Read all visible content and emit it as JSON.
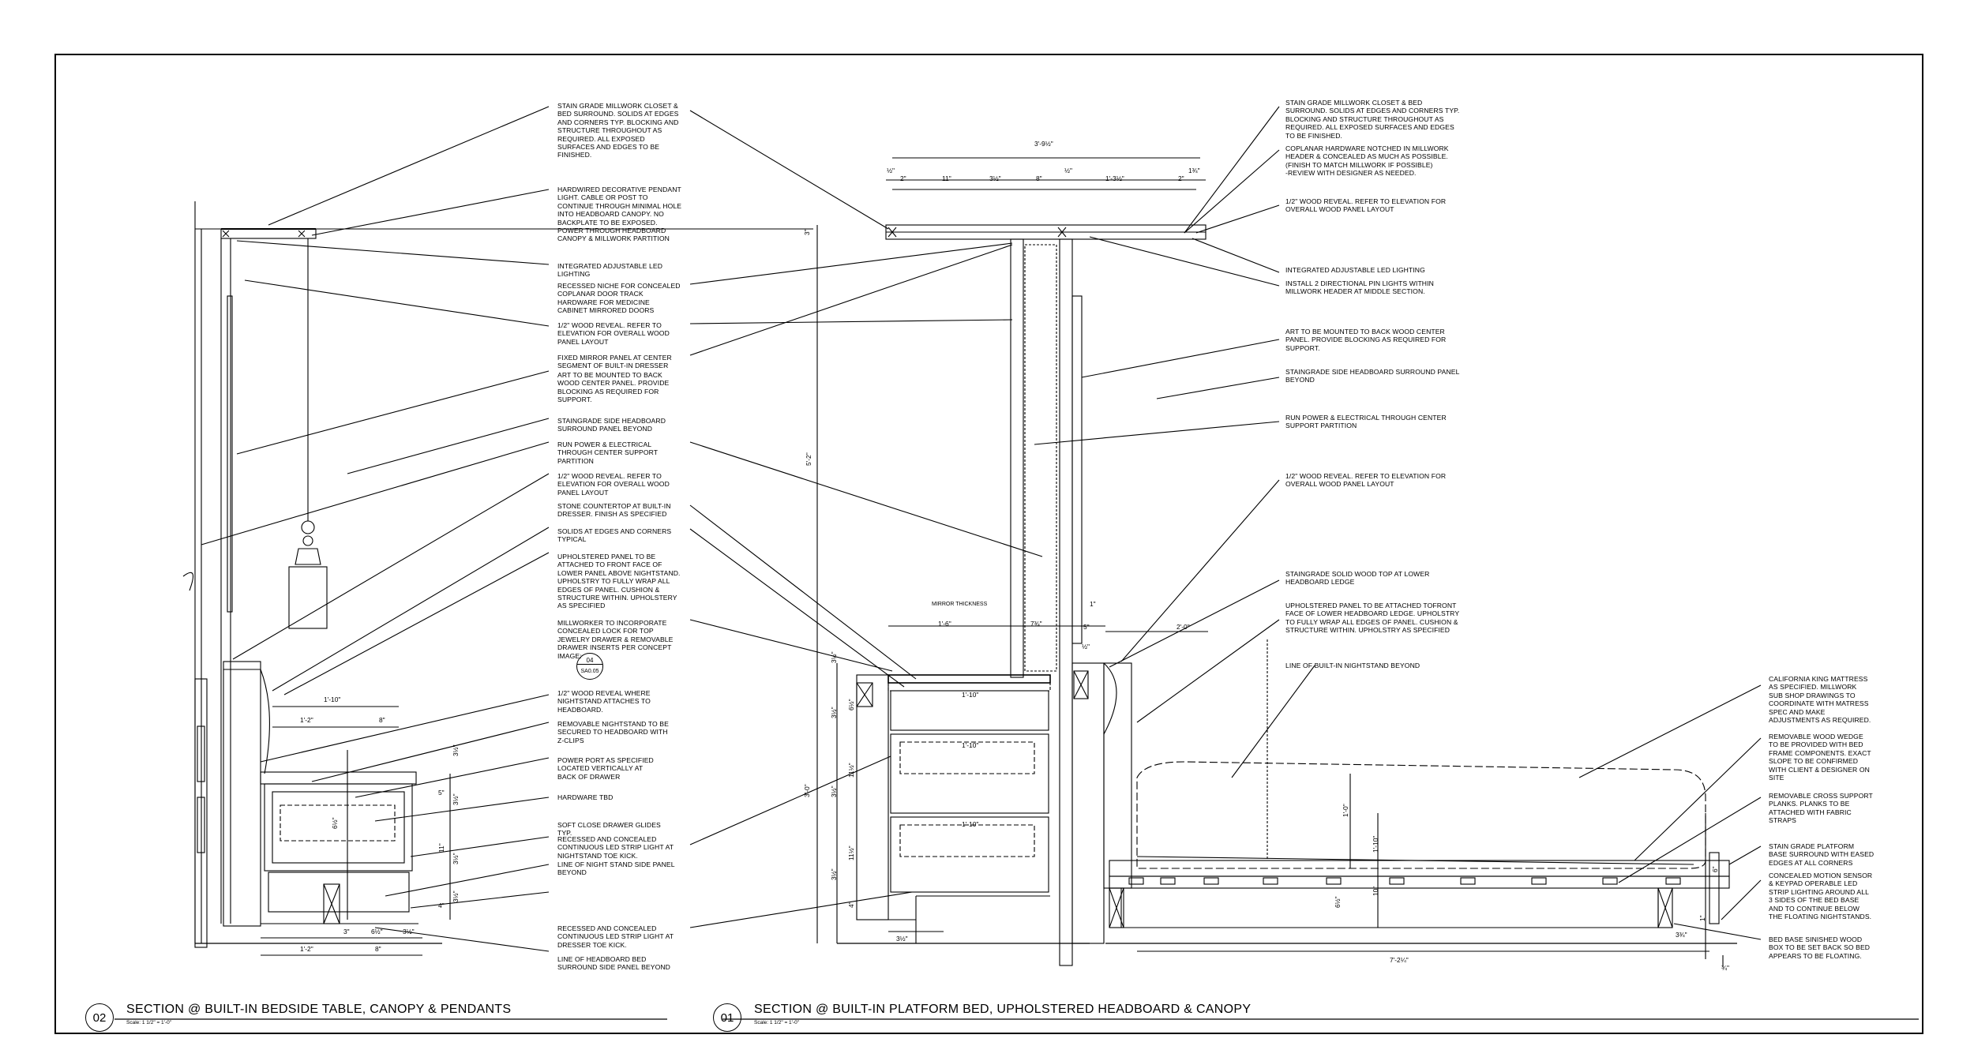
{
  "left_notes": [
    "STAIN GRADE MILLWORK CLOSET &\nBED SURROUND.  SOLIDS AT EDGES\nAND CORNERS TYP.  BLOCKING AND\nSTRUCTURE THROUGHOUT AS\nREQUIRED.  ALL EXPOSED\nSURFACES AND EDGES TO BE\nFINISHED.",
    "HARDWIRED DECORATIVE PENDANT\nLIGHT.  CABLE OR POST TO\nCONTINUE THROUGH MINIMAL HOLE\nINTO HEADBOARD CANOPY.  NO\nBACKPLATE TO BE EXPOSED.\nPOWER THROUGH HEADBOARD\nCANOPY & MILLWORK PARTITION",
    "INTEGRATED ADJUSTABLE LED\nLIGHTING",
    "RECESSED NICHE FOR CONCEALED\nCOPLANAR DOOR TRACK\nHARDWARE FOR MEDICINE\nCABINET MIRRORED DOORS",
    "1/2\" WOOD REVEAL.  REFER TO\nELEVATION FOR OVERALL WOOD\nPANEL LAYOUT",
    "FIXED MIRROR PANEL AT CENTER\nSEGMENT OF BUILT-IN DRESSER",
    "ART TO BE MOUNTED TO BACK\nWOOD CENTER PANEL.  PROVIDE\nBLOCKING AS REQUIRED FOR\nSUPPORT.",
    "STAINGRADE SIDE HEADBOARD\nSURROUND PANEL BEYOND",
    "RUN POWER & ELECTRICAL\nTHROUGH CENTER SUPPORT\nPARTITION",
    "1/2\" WOOD REVEAL.  REFER TO\nELEVATION FOR OVERALL WOOD\nPANEL LAYOUT",
    "STONE COUNTERTOP AT BUILT-IN\nDRESSER.  FINISH AS SPECIFIED",
    "SOLIDS AT EDGES AND CORNERS\nTYPICAL",
    "UPHOLSTERED PANEL TO BE\nATTACHED TO FRONT FACE OF\nLOWER PANEL ABOVE NIGHTSTAND.\nUPHOLSTRY TO FULLY WRAP ALL\nEDGES OF PANEL.  CUSHION &\nSTRUCTURE WITHIN.  UPHOLSTERY\nAS SPECIFIED",
    "MILLWORKER TO INCORPORATE\nCONCEALED LOCK FOR TOP\nJEWELRY DRAWER & REMOVABLE\nDRAWER INSERTS PER CONCEPT\nIMAGE:",
    "1/2\" WOOD REVEAL WHERE\nNIGHTSTAND ATTACHES TO\nHEADBOARD.",
    "REMOVABLE NIGHTSTAND TO BE\nSECURED TO HEADBOARD WITH\nZ-CLIPS",
    "POWER PORT AS SPECIFIED\nLOCATED VERTICALLY AT\nBACK OF DRAWER",
    "HARDWARE TBD",
    "SOFT CLOSE DRAWER GLIDES\nTYP.",
    "RECESSED AND CONCEALED\nCONTINUOUS LED STRIP LIGHT AT\nNIGHTSTAND TOE KICK.",
    "LINE OF NIGHT STAND SIDE PANEL\nBEYOND",
    "RECESSED AND CONCEALED\nCONTINUOUS LED STRIP LIGHT AT\nDRESSER TOE KICK.",
    "LINE OF HEADBOARD BED\nSURROUND SIDE PANEL BEYOND"
  ],
  "right_notes": [
    "STAIN GRADE MILLWORK CLOSET & BED\nSURROUND.  SOLIDS AT EDGES AND CORNERS TYP.\nBLOCKING AND STRUCTURE THROUGHOUT AS\nREQUIRED.  ALL EXPOSED SURFACES AND EDGES\nTO BE FINISHED.",
    "COPLANAR HARDWARE NOTCHED IN MILLWORK\nHEADER & CONCEALED AS MUCH AS POSSIBLE.\n(FINISH TO MATCH MILLWORK IF POSSIBLE)\n-REVIEW WITH DESIGNER AS NEEDED.",
    "1/2\" WOOD REVEAL.  REFER TO ELEVATION FOR\nOVERALL WOOD PANEL LAYOUT",
    "INTEGRATED ADJUSTABLE LED LIGHTING",
    "INSTALL 2 DIRECTIONAL PIN LIGHTS WITHIN\nMILLWORK HEADER AT MIDDLE SECTION.",
    "ART TO BE MOUNTED TO BACK WOOD CENTER\nPANEL.  PROVIDE BLOCKING AS REQUIRED FOR\nSUPPORT.",
    "STAINGRADE SIDE HEADBOARD SURROUND PANEL\nBEYOND",
    "RUN POWER & ELECTRICAL THROUGH CENTER\nSUPPORT PARTITION",
    "1/2\" WOOD REVEAL.  REFER TO ELEVATION FOR\nOVERALL WOOD PANEL LAYOUT",
    "STAINGRADE SOLID WOOD TOP AT LOWER\nHEADBOARD LEDGE",
    "UPHOLSTERED PANEL TO BE ATTACHED TOFRONT\nFACE OF LOWER HEADBOARD LEDGE.  UPHOLSTRY\nTO FULLY WRAP ALL EDGES OF PANEL.  CUSHION &\nSTRUCTURE WITHIN.  UPHOLSTRY AS SPECIFIED",
    "LINE OF BUILT-IN NIGHTSTAND BEYOND"
  ],
  "bed_notes": [
    "CALIFORNIA KING MATTRESS\nAS SPECIFIED.  MILLWORK\nSUB SHOP DRAWINGS TO\nCOORDINATE WITH MATRESS\nSPEC AND MAKE\nADJUSTMENTS AS REQUIRED.",
    "REMOVABLE WOOD WEDGE\nTO BE PROVIDED WITH BED\nFRAME COMPONENTS.  EXACT\nSLOPE TO BE CONFIRMED\nWITH CLIENT & DESIGNER ON\nSITE",
    "REMOVABLE CROSS SUPPORT\nPLANKS.  PLANKS TO BE\nATTACHED WITH FABRIC\nSTRAPS",
    "STAIN GRADE PLATFORM\nBASE SURROUND WITH EASED\nEDGES AT ALL CORNERS",
    "CONCEALED MOTION SENSOR\n& KEYPAD OPERABLE LED\nSTRIP LIGHTING AROUND ALL\n3 SIDES OF THE BED BASE\nAND TO CONTINUE BELOW\nTHE FLOATING NIGHTSTANDS.",
    "BED BASE SINISHED WOOD\nBOX TO BE SET BACK SO BED\nAPPEARS TO BE FLOATING."
  ],
  "detail_callout": {
    "number": "04",
    "sheet": "SA0.05"
  },
  "dims_left": [
    "1'-10\"",
    "1'-2\"",
    "8\"",
    "3\"",
    "6½\"",
    "3½\"",
    "1'-2\"",
    "8\"",
    "3½\"",
    "5\"",
    "6½\"",
    "3½\"",
    "11\"",
    "3½\"",
    "4\"",
    "3½\""
  ],
  "dims_center": [
    "3'-9½\"",
    "½\"",
    "2\"",
    "11\"",
    "3½\"",
    "8\"",
    "½\"",
    "1'-3½\"",
    "2\"",
    "1¾\"",
    "3\"",
    "5'-2\"",
    "1'-6\"",
    "7¾\"",
    "1\"",
    "5\"",
    "2'-0\"",
    "½\"",
    "1'-10\"",
    "1'-10\"",
    "1'-10\"",
    "3'-0\"",
    "6½\"",
    "11½\"",
    "11½\"",
    "3½\"",
    "3½\"",
    "3½\"",
    "3½\"",
    "4\"",
    "3½\""
  ],
  "dims_right": [
    "1'-0\"",
    "1'-10\"",
    "6½\"",
    "10\"",
    "7'-2¼\"",
    "3¾\"",
    "6\"",
    "1\"",
    "¾\""
  ],
  "mirror_label": "MIRROR THICKNESS",
  "titles": [
    {
      "num": "02",
      "title": "SECTION @ BUILT-IN BEDSIDE TABLE, CANOPY & PENDANTS",
      "scale": "Scale: 1 1/2\" = 1'-0\""
    },
    {
      "num": "01",
      "title": "SECTION @ BUILT-IN PLATFORM BED, UPHOLSTERED HEADBOARD & CANOPY",
      "scale": "Scale: 1 1/2\" = 1'-0\""
    }
  ]
}
